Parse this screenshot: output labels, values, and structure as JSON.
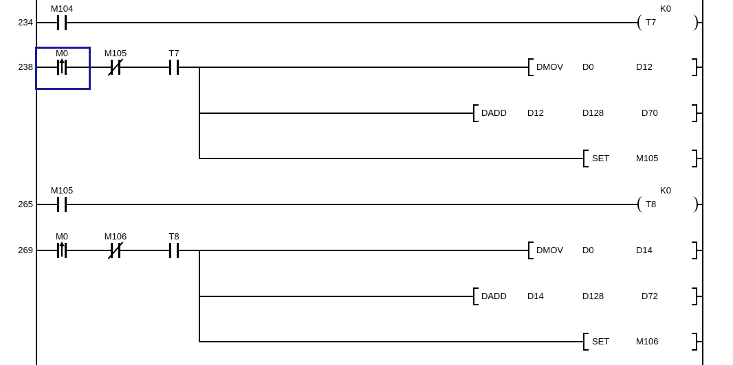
{
  "canvas": {
    "background": "#ffffff",
    "wire_color": "#000000",
    "selection_color": "#1b1b9a"
  },
  "rungs": [
    {
      "number": "234",
      "contacts": [
        {
          "label": "M104",
          "type": "normally-open"
        }
      ],
      "coil": {
        "label": "T7",
        "preset": "K0"
      }
    },
    {
      "number": "238",
      "contacts": [
        {
          "label": "M0",
          "type": "rising-edge",
          "selected": true
        },
        {
          "label": "M105",
          "type": "normally-closed"
        },
        {
          "label": "T7",
          "type": "normally-open"
        }
      ],
      "instructions": [
        {
          "mnemonic": "DMOV",
          "operands": [
            "D0",
            "D12"
          ]
        },
        {
          "mnemonic": "DADD",
          "operands": [
            "D12",
            "D128",
            "D70"
          ]
        },
        {
          "mnemonic": "SET",
          "operands": [
            "M105"
          ]
        }
      ]
    },
    {
      "number": "265",
      "contacts": [
        {
          "label": "M105",
          "type": "normally-open"
        }
      ],
      "coil": {
        "label": "T8",
        "preset": "K0"
      }
    },
    {
      "number": "269",
      "contacts": [
        {
          "label": "M0",
          "type": "rising-edge"
        },
        {
          "label": "M106",
          "type": "normally-closed"
        },
        {
          "label": "T8",
          "type": "normally-open"
        }
      ],
      "instructions": [
        {
          "mnemonic": "DMOV",
          "operands": [
            "D0",
            "D14"
          ]
        },
        {
          "mnemonic": "DADD",
          "operands": [
            "D14",
            "D128",
            "D72"
          ]
        },
        {
          "mnemonic": "SET",
          "operands": [
            "M106"
          ]
        }
      ]
    }
  ]
}
